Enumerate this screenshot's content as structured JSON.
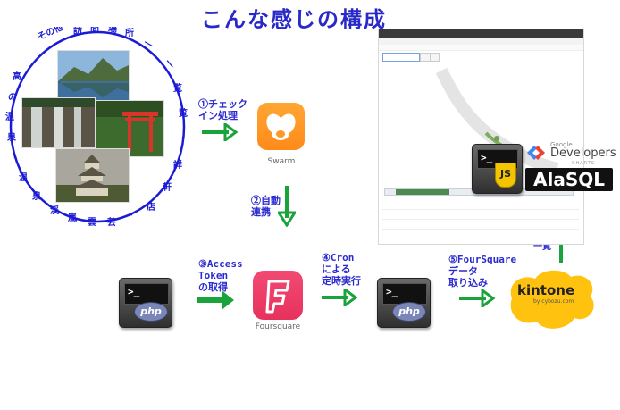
{
  "title": "こんな感じの構成",
  "circle_text": "その他 訪 問 場 所 一 一 覧 覧 ・ 詳 軒 店 ・ ・ 芸 雲 嵐 渓 泉 温 ・ 泉 温 ・ 会 引 の 高",
  "steps": {
    "s1": "①チェック\nイン処理",
    "s2": "②自動\n連携",
    "s3": "③Access\nToken\nの取得",
    "s4": "④Cron\nによる\n定時実行",
    "s5": "⑤FourSquare\nデータ\n取り込み",
    "s6": "一覧"
  },
  "captions": {
    "swarm": "Swarm",
    "foursquare": "Foursquare"
  },
  "icons": {
    "php_badge": "php",
    "js_badge": "JS",
    "terminal_prompt": ">_"
  },
  "logos": {
    "google_brand": "Google",
    "google_name": "Developers",
    "google_sub": "CHARTS",
    "alasql": "AlaSQL",
    "kintone": "kintone",
    "kintone_by": "by cybozu.com"
  },
  "colors": {
    "title": "#2929c9",
    "arrow": "#1aa33a",
    "circle": "#1b1bd6",
    "swarm": "#ff9a26",
    "foursquare": "#e8395f",
    "kintone": "#ffc20e"
  }
}
